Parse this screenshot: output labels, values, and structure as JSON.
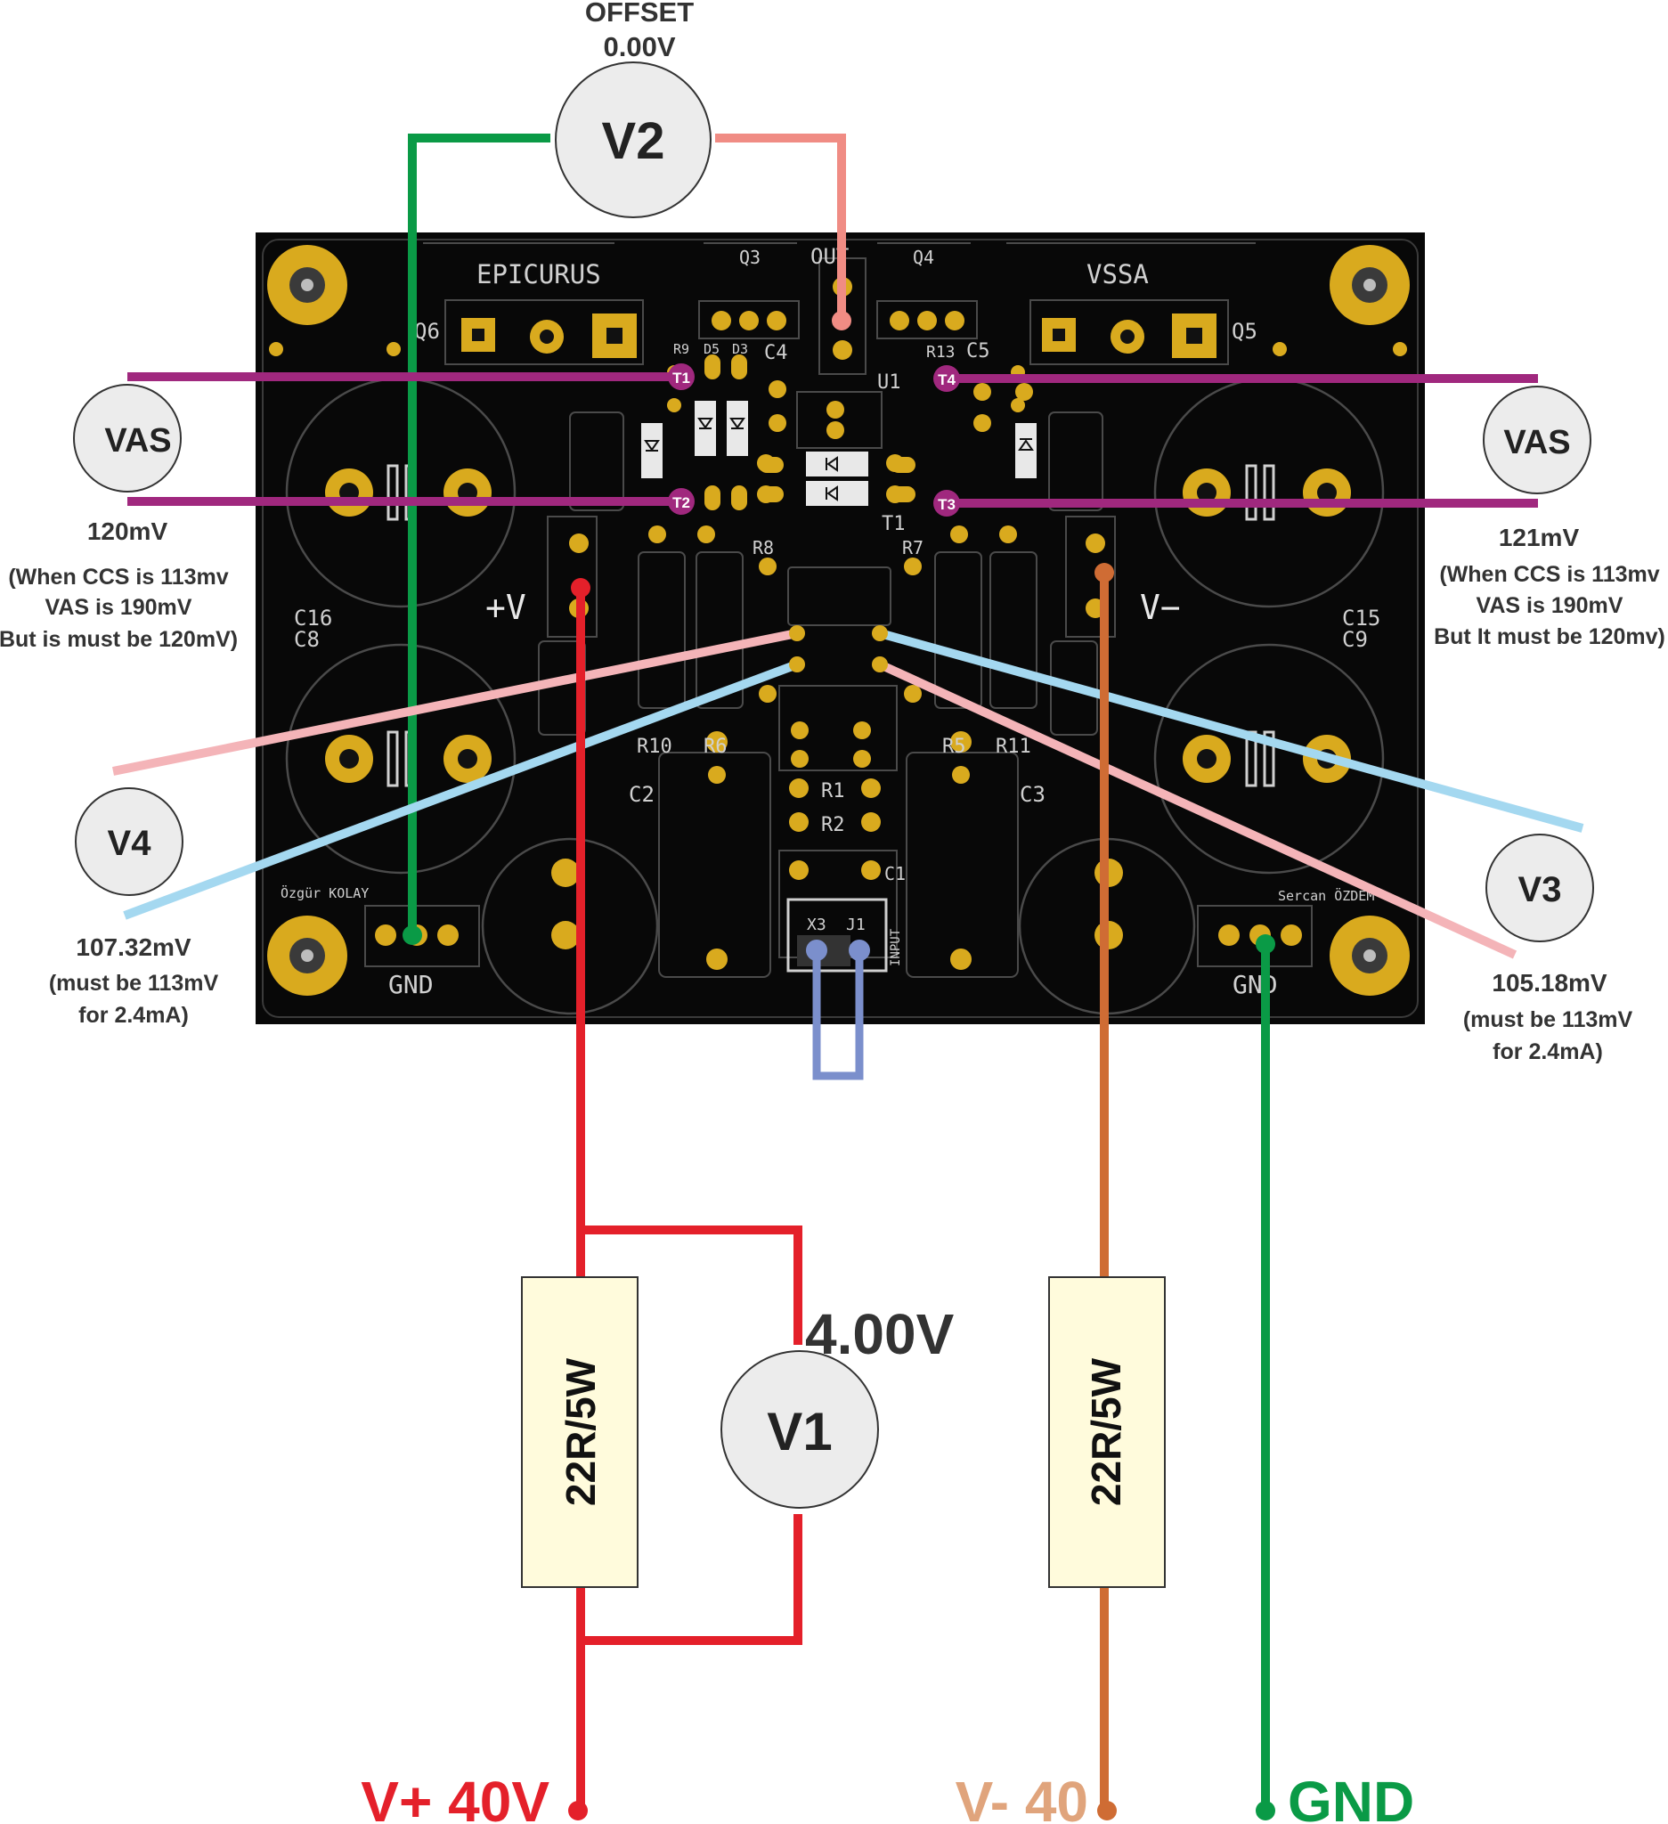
{
  "meters": {
    "v2": {
      "label": "V2",
      "title": "OFFSET",
      "reading": "0.00V"
    },
    "v1": {
      "label": "V1",
      "reading": "4.00V"
    },
    "vas_left": {
      "label": "VAS",
      "reading": "120mV",
      "note1": "(When CCS is 113mv",
      "note2": "VAS is 190mV",
      "note3": "But is must be 120mV)"
    },
    "vas_right": {
      "label": "VAS",
      "reading": "121mV",
      "note1": "(When CCS is 113mv",
      "note2": "VAS is 190mV",
      "note3": "But It must be 120mv)"
    },
    "v4": {
      "label": "V4",
      "reading": "107.32mV",
      "note1": "(must be 113mV",
      "note2": "for 2.4mA)"
    },
    "v3": {
      "label": "V3",
      "reading": "105.18mV",
      "note1": "(must be 113mV",
      "note2": "for 2.4mA)"
    }
  },
  "resistors": {
    "left": "22R/5W",
    "right": "22R/5W"
  },
  "supplies": {
    "vplus": "V+ 40V",
    "vminus": "V- 40",
    "gnd": "GND"
  },
  "test_points": [
    "T1",
    "T2",
    "T3",
    "T4"
  ],
  "pcb": {
    "title_left": "EPICURUS",
    "title_right": "VSSA",
    "labels": {
      "q3": "Q3",
      "q4": "Q4",
      "q5": "Q5",
      "q6": "Q6",
      "out": "OUT",
      "c4": "C4",
      "c5": "C5",
      "u1": "U1",
      "t1": "T1",
      "r7": "R7",
      "r8": "R8",
      "r9": "R9",
      "r13": "R13",
      "d3": "D3",
      "d5": "D5",
      "r10": "R10",
      "r6": "R6",
      "r5": "R5",
      "r11": "R11",
      "r1": "R1",
      "r2": "R2",
      "c1": "C1",
      "c2": "C2",
      "c3": "C3",
      "c16": "C16",
      "c8": "C8",
      "c15": "C15",
      "c9": "C9",
      "vplus": "+V",
      "vminus": "V−",
      "x3": "X3",
      "j1": "J1",
      "input": "INPUT",
      "gnd_left": "GND",
      "gnd_right": "GND",
      "author_left": "Özgür KOLAY",
      "author_right": "Sercan ÖZDEM"
    }
  },
  "colors": {
    "board": "#080808",
    "pad": "#d9aa1e",
    "meter_fill": "#ececec",
    "green": "#0a9a46",
    "salmon": "#f08c84",
    "purple": "#a0287e",
    "red": "#e4202a",
    "orange": "#cf6c34",
    "pink": "#f4b4b8",
    "lightblue": "#a4d8f0",
    "jumper": "#7b8fcc",
    "resistor_fill": "#fffbdc"
  }
}
